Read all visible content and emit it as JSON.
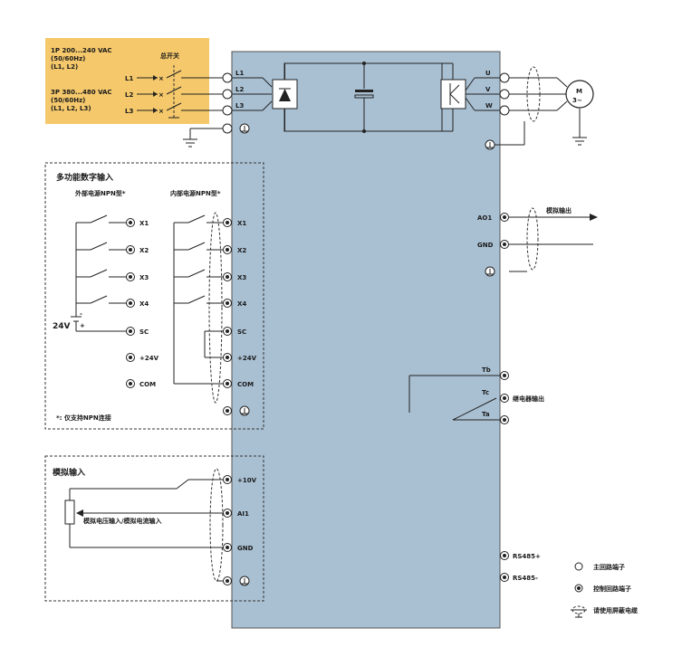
{
  "colors": {
    "panel": "#a9c0d3",
    "supply_box": "#f4c86b",
    "ink": "#1a1a1a"
  },
  "supply": {
    "single_phase": [
      "1P 200...240 VAC",
      "(50/60Hz)",
      "(L1, L2)"
    ],
    "three_phase": [
      "3P 380...480 VAC",
      "(50/60Hz)",
      "(L1, L2, L3)"
    ],
    "main_switch": "总开关",
    "lines": [
      "L1",
      "L2",
      "L3"
    ]
  },
  "inverter": {
    "input_terminals": [
      "L1",
      "L2",
      "L3"
    ],
    "output_terminals": [
      "U",
      "V",
      "W"
    ],
    "motor": [
      "M",
      "3~"
    ]
  },
  "digital_input": {
    "title": "多功能数字输入",
    "external_npn": "外部电源NPN型*",
    "internal_npn": "内部电源NPN型*",
    "terminals": [
      "X1",
      "X2",
      "X3",
      "X4",
      "SC",
      "+24V",
      "COM"
    ],
    "supply_label": "24V",
    "supply_minus": "-",
    "supply_plus": "+",
    "note": "*: 仅支持NPN连接"
  },
  "analog_output": {
    "terminals": [
      "AO1",
      "GND"
    ],
    "label": "模拟输出"
  },
  "relay": {
    "terminals": [
      "Tb",
      "Tc",
      "Ta"
    ],
    "label": "继电器输出"
  },
  "analog_input": {
    "title": "模拟输入",
    "terminals": [
      "+10V",
      "AI1",
      "GND"
    ],
    "pot_label": "模拟电压输入/模拟电流输入"
  },
  "comm": {
    "terminals": [
      "RS485+",
      "RS485-"
    ]
  },
  "legend": [
    {
      "icon": "open-circle-icon",
      "label": "主回路端子"
    },
    {
      "icon": "dot-circle-icon",
      "label": "控制回路端子"
    },
    {
      "icon": "shield-cable-icon",
      "label": "请使用屏蔽电缆"
    }
  ]
}
